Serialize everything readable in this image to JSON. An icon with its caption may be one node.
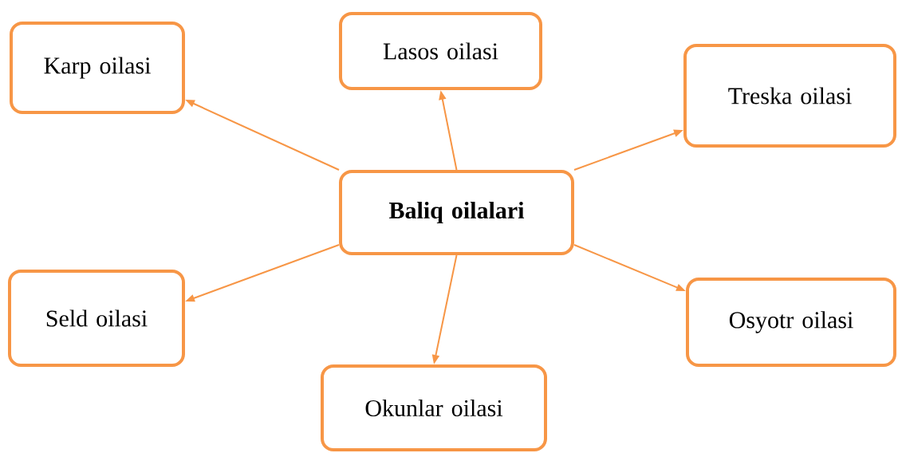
{
  "diagram": {
    "nodes": [
      {
        "text": [
          "Karp oilasi"
        ]
      },
      {
        "text": [
          "Lasos oilasi"
        ]
      },
      {
        "text": [
          "Treska oilasi"
        ]
      },
      {
        "text": [
          "Baliq oilalari"
        ]
      },
      {
        "text": [
          "Seld oilasi"
        ]
      },
      {
        "text": [
          "Okunlar oilasi"
        ]
      },
      {
        "text": [
          "Osyotr oilasi"
        ]
      }
    ],
    "edges": [
      {
        "from": 3,
        "to": 0,
        "arrow": "to"
      },
      {
        "from": 3,
        "to": 1,
        "arrow": "to"
      },
      {
        "from": 3,
        "to": 2,
        "arrow": "to"
      },
      {
        "from": 3,
        "to": 4,
        "arrow": "to"
      },
      {
        "from": 3,
        "to": 5,
        "arrow": "to"
      },
      {
        "from": 3,
        "to": 6,
        "arrow": "to"
      }
    ]
  }
}
